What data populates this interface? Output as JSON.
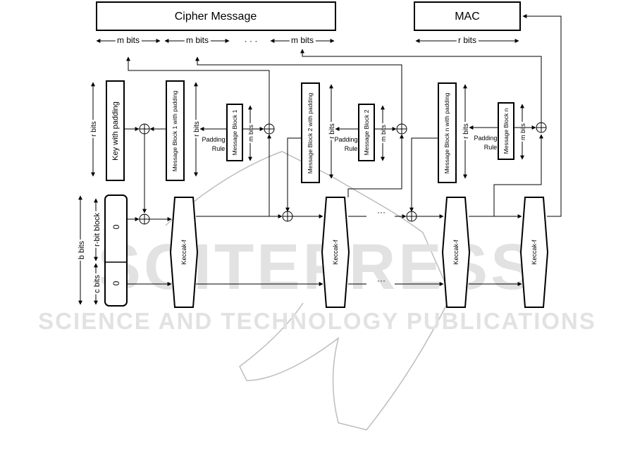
{
  "top": {
    "cipher_message": "Cipher Message",
    "mac": "MAC",
    "m_bits": "m bits",
    "r_bits": "r bits",
    "ellipsis": "· · ·"
  },
  "blocks": {
    "key_with_padding": "Key with padding",
    "mb1_padding": "Message Block 1 with padding",
    "mb2_padding": "Message Block 2 with padding",
    "mbn_padding": "Message Block n with padding",
    "mb1": "Message Block 1",
    "mb2": "Message Block 2",
    "mbn": "Message Block n",
    "r_bits": "r bits",
    "m_bits": "m bits",
    "padding": "Padding",
    "rule": "Rule"
  },
  "state": {
    "b_bits": "b bits",
    "r_bit_block": "r-bit block",
    "c_bits": "c bits",
    "zero": "0"
  },
  "keccak": "Keccak-f",
  "dots": "···",
  "watermark": {
    "brand": "SCITEPRESS",
    "tagline": "SCIENCE AND TECHNOLOGY PUBLICATIONS"
  }
}
